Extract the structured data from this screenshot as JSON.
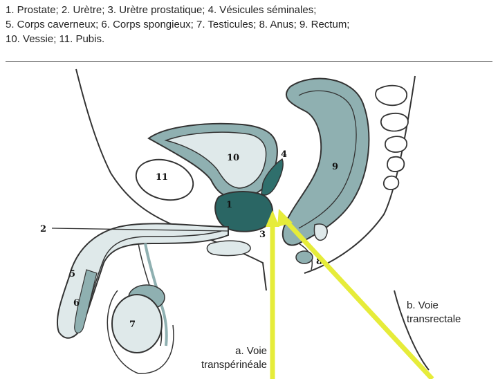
{
  "legend": {
    "line1": "1. Prostate; 2. Urètre; 3. Urètre prostatique; 4. Vésicules séminales;",
    "line2": "5. Corps caverneux; 6. Corps spongieux; 7. Testicules; 8. Anus; 9. Rectum;",
    "line3": "10. Vessie; 11. Pubis."
  },
  "labels": {
    "n1": "1",
    "n2": "2",
    "n3": "3",
    "n4": "4",
    "n5": "5",
    "n6": "6",
    "n7": "7",
    "n8": "8",
    "n9": "9",
    "n10": "10",
    "n11": "11"
  },
  "approaches": {
    "a_line1": "a. Voie",
    "a_line2": "transpérinéale",
    "b_line1": "b. Voie",
    "b_line2": "transrectale"
  },
  "colors": {
    "outline": "#333333",
    "light_tissue": "#dfe9ea",
    "medium_tissue": "#8fb0b1",
    "dark_teal": "#2f6f6c",
    "prostate": "#2a6664",
    "needle": "#e6ec3a"
  }
}
